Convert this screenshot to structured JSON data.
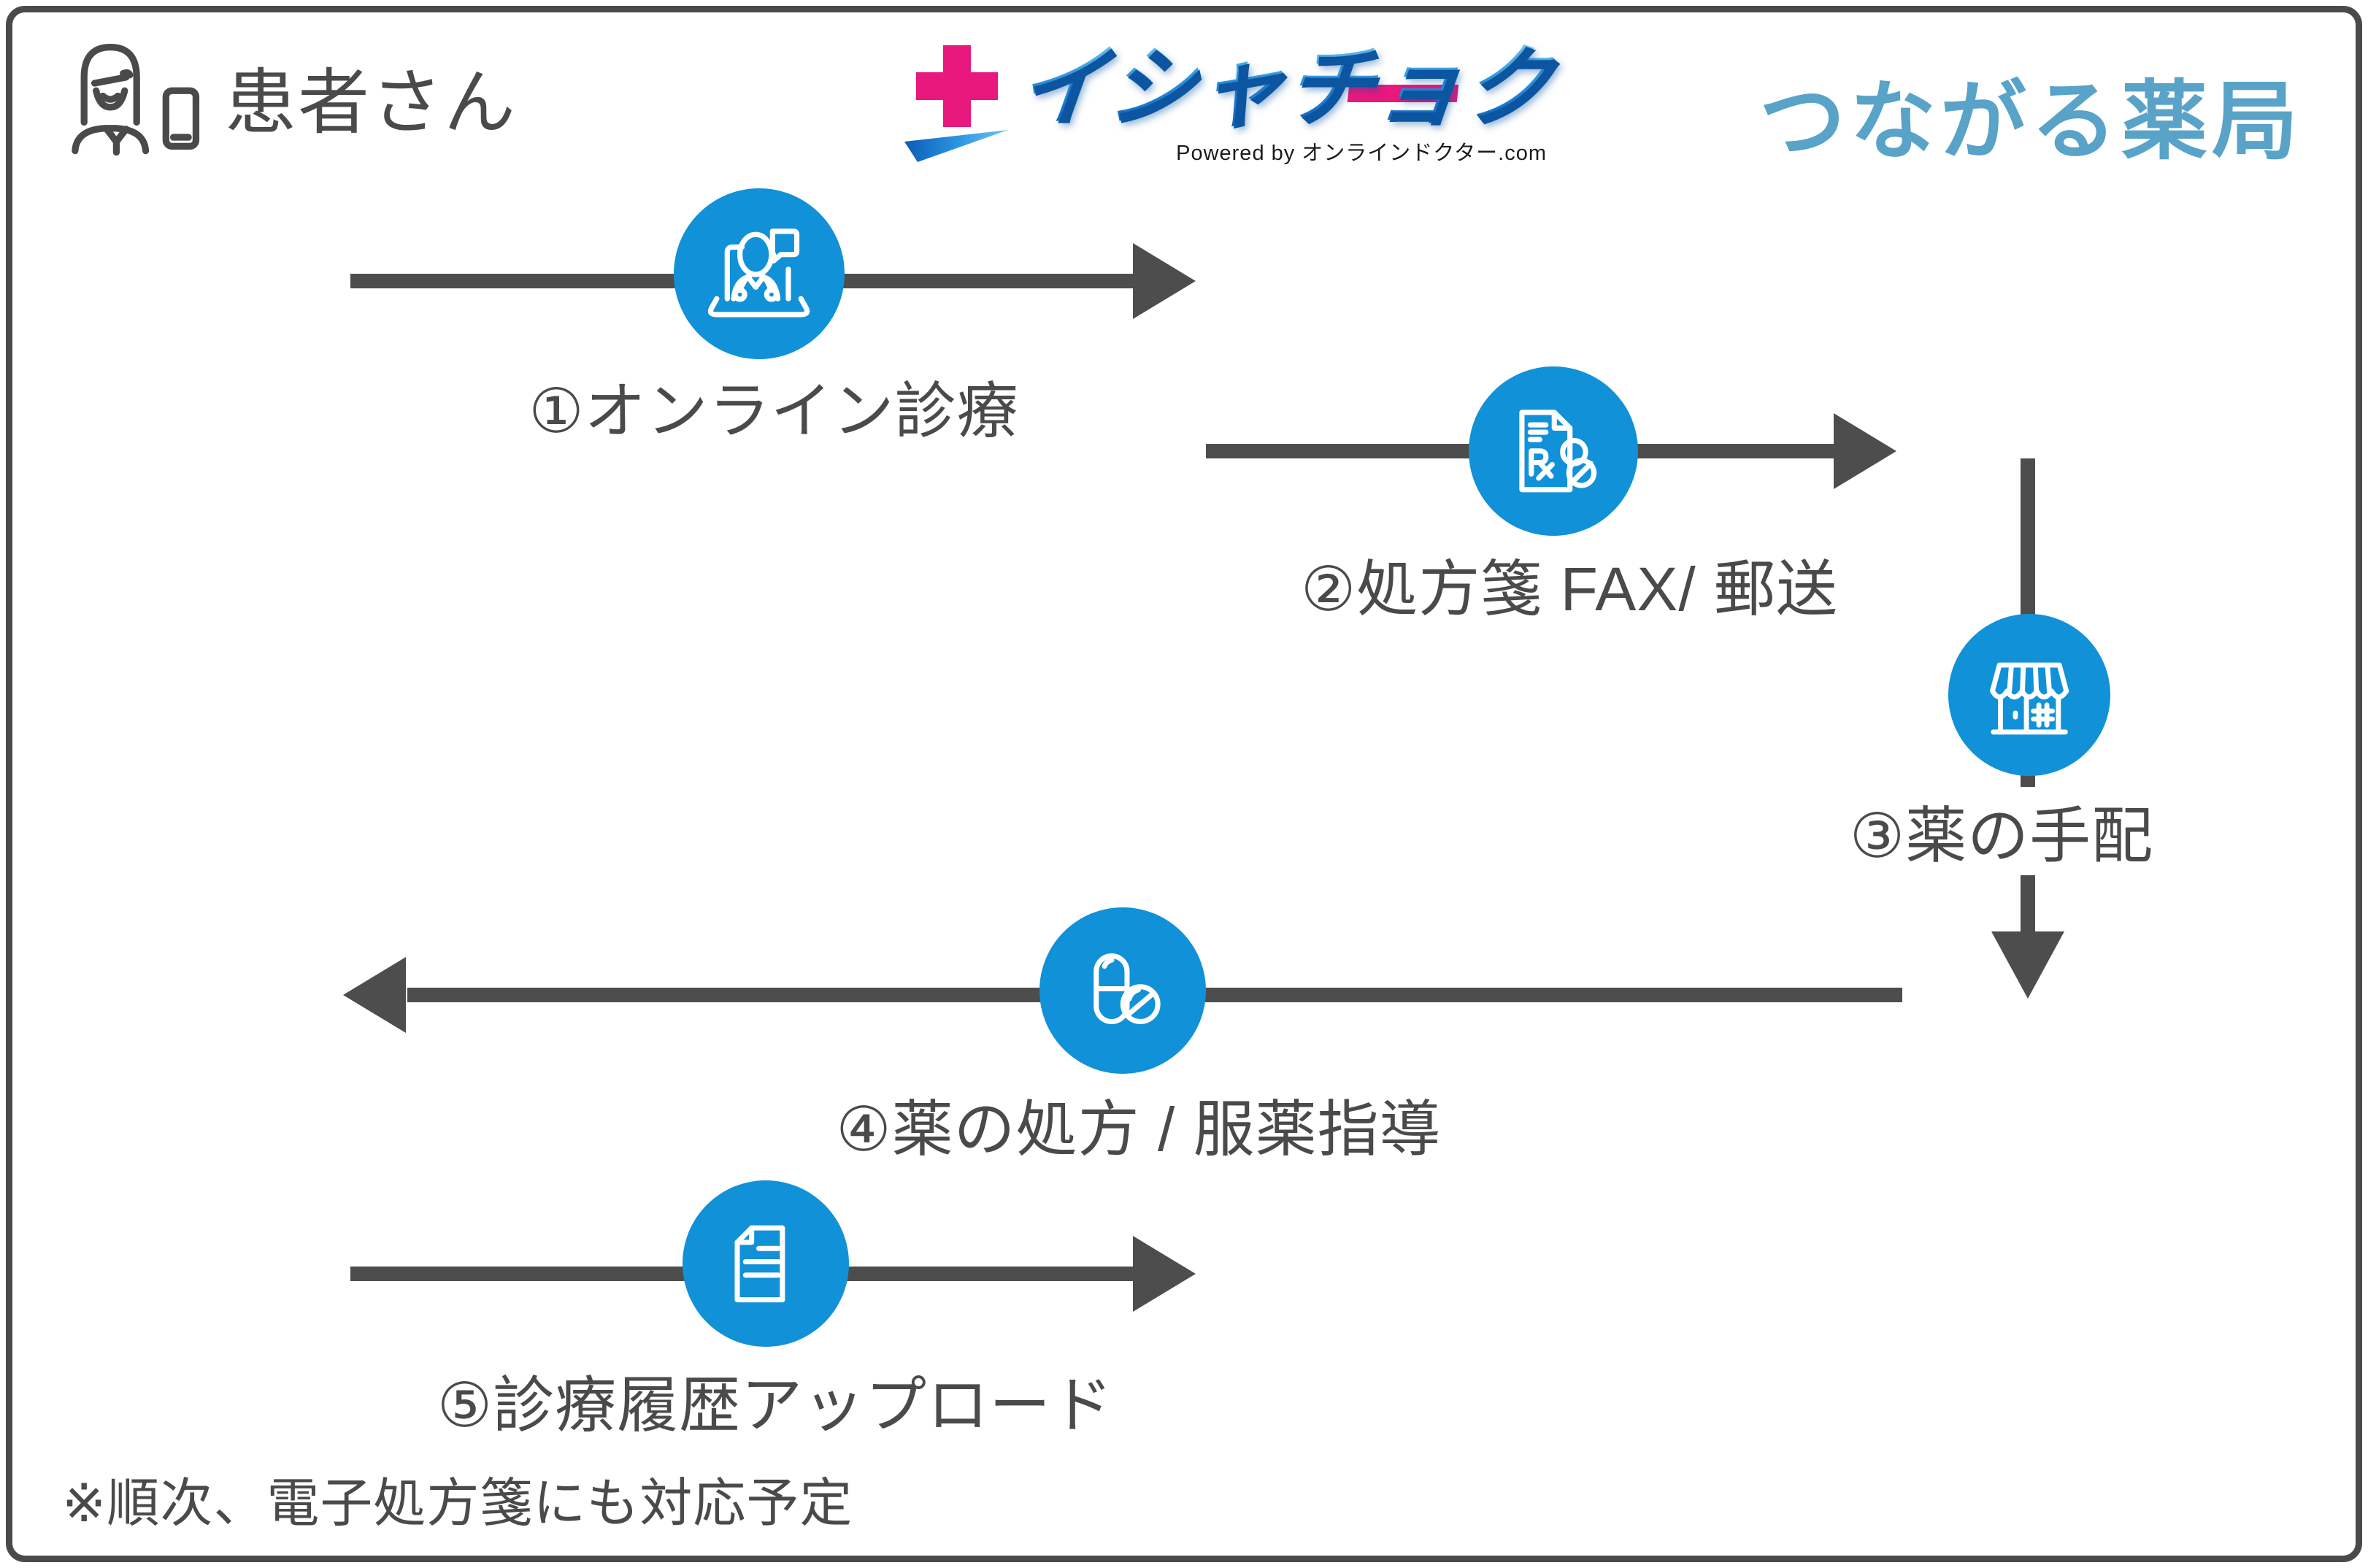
{
  "header": {
    "patient_label": "患者さん",
    "logo": {
      "brand": "イシャチョク",
      "powered_by": "Powered by オンラインドクター.com"
    },
    "pharmacy_label": "つながる薬局"
  },
  "flow": {
    "steps": [
      {
        "label": "①オンライン診療",
        "icon": "telehealth-icon"
      },
      {
        "label": "②処方箋 FAX/ 郵送",
        "icon": "prescription-icon"
      },
      {
        "label": "③薬の手配",
        "icon": "pharmacy-store-icon"
      },
      {
        "label": "④薬の処方 / 服薬指導",
        "icon": "pills-icon"
      },
      {
        "label": "⑤診療履歴アップロード",
        "icon": "document-icon"
      }
    ]
  },
  "footnote": "※順次、電子処方箋にも対応予定",
  "colors": {
    "accent_blue": "#1191d8",
    "arrow_gray": "#4d4d4d",
    "text_gray": "#4a4a4a",
    "pharmacy_blue": "#58a3c7",
    "logo_pink": "#e8187c",
    "logo_blue": "#1b7fd6"
  }
}
